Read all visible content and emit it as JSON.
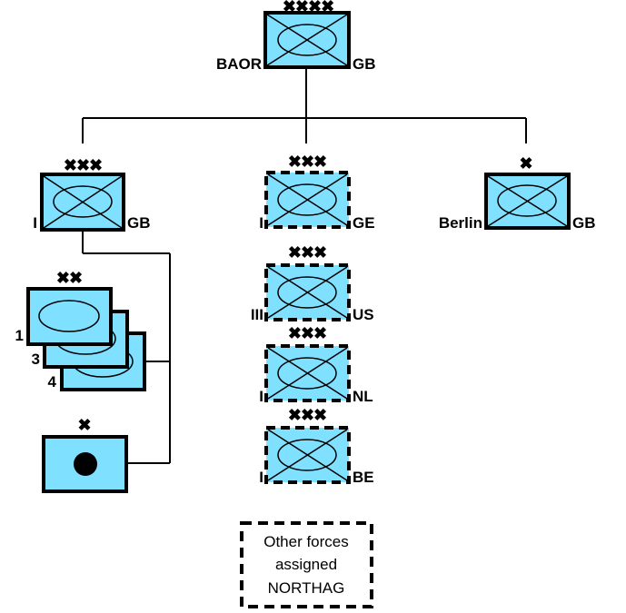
{
  "colors": {
    "unit_fill": "#80E0FF",
    "line": "#000000"
  },
  "root": {
    "name": "BAOR",
    "nation": "GB",
    "echelon": "xxxx",
    "type": "armoured"
  },
  "corps": [
    {
      "designation": "I",
      "nation": "GB",
      "echelon": "xxx",
      "type": "armoured",
      "status": "own"
    },
    {
      "designation": "I",
      "nation": "GE",
      "echelon": "xxx",
      "type": "armoured",
      "status": "assigned"
    },
    {
      "designation": "III",
      "nation": "US",
      "echelon": "xxx",
      "type": "armoured",
      "status": "assigned"
    },
    {
      "designation": "I",
      "nation": "NL",
      "echelon": "xxx",
      "type": "armoured",
      "status": "assigned"
    },
    {
      "designation": "I",
      "nation": "BE",
      "echelon": "xxx",
      "type": "armoured",
      "status": "assigned"
    }
  ],
  "berlin": {
    "designation": "Berlin",
    "nation": "GB",
    "echelon": "x",
    "type": "armoured"
  },
  "divisions": {
    "echelon": "xx",
    "type": "armour",
    "numbers": [
      "1",
      "3",
      "4"
    ]
  },
  "artillery_brigade": {
    "echelon": "x",
    "type": "artillery"
  },
  "other_forces": {
    "line1": "Other forces",
    "line2": "assigned",
    "line3": "NORTHAG"
  }
}
